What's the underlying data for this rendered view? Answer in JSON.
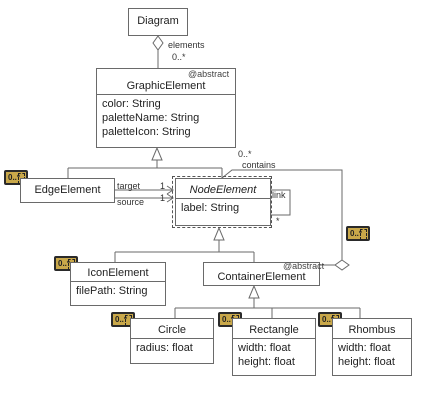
{
  "classes": {
    "diagram": {
      "name": "Diagram"
    },
    "graphic_element": {
      "name": "GraphicElement",
      "stereotype": "@abstract",
      "attributes": [
        "color: String",
        "paletteName: String",
        "paletteIcon: String"
      ]
    },
    "edge_element": {
      "name": "EdgeElement"
    },
    "node_element": {
      "name": "NodeElement",
      "attributes": [
        "label: String"
      ]
    },
    "icon_element": {
      "name": "IconElement",
      "attributes": [
        "filePath: String"
      ]
    },
    "container_element": {
      "name": "ContainerElement",
      "stereotype": "@abstract"
    },
    "circle": {
      "name": "Circle",
      "attributes": [
        "radius: float"
      ]
    },
    "rectangle": {
      "name": "Rectangle",
      "attributes": [
        "width: float",
        "height: float"
      ]
    },
    "rhombus": {
      "name": "Rhombus",
      "attributes": [
        "width: float",
        "height: float"
      ]
    }
  },
  "labels": {
    "elements": "elements",
    "elements_mult": "0..*",
    "contains": "contains",
    "contains_mult": "0..*",
    "target": "target",
    "target_mult": "1",
    "source": "source",
    "source_mult": "1",
    "link": "link",
    "link_mult": "*"
  },
  "tags": {
    "edge": "0..*",
    "icon": "0..*",
    "container": "0..*",
    "circle": "0..*",
    "rectangle": "0..*",
    "rhombus": "0..*"
  },
  "colors": {
    "tag_fill": "#c9a84a",
    "line": "#6a6a6a"
  }
}
